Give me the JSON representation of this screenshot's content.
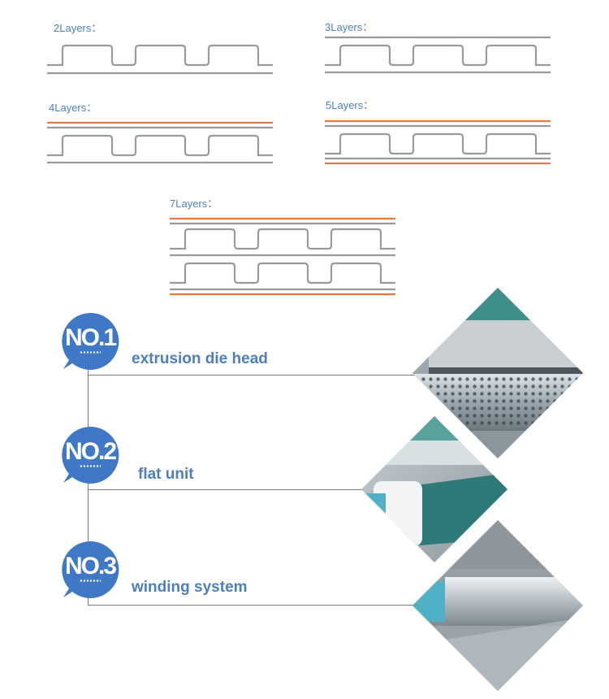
{
  "layers": {
    "two": "2Layers：",
    "three": "3Layers：",
    "four": "4Layers：",
    "five": "5Layers：",
    "seven": "7Layers："
  },
  "steps": [
    {
      "number": "NO.1",
      "label": "extrusion die head"
    },
    {
      "number": "NO.2",
      "label": "flat unit"
    },
    {
      "number": "NO.3",
      "label": "winding system"
    }
  ],
  "colors": {
    "accent": "#4e7fbd",
    "badge": "#3f78c4",
    "line_grey": "#9a9a9a",
    "line_orange": "#e07a45"
  }
}
